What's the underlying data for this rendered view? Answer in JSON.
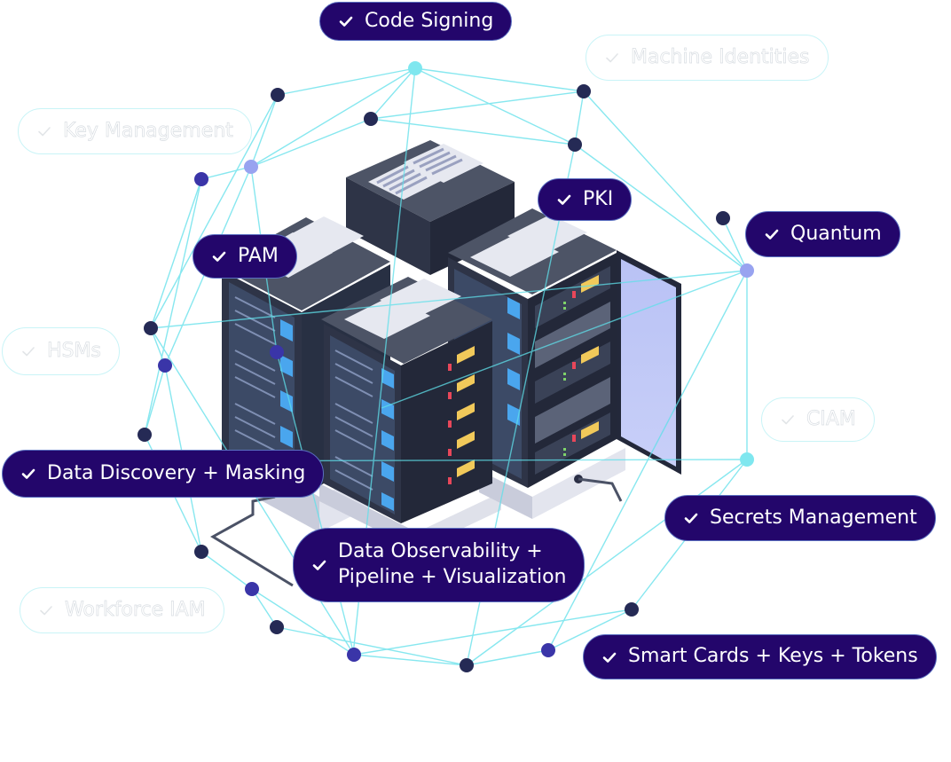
{
  "diagram": {
    "center_graphic": "isometric-server-racks",
    "colors": {
      "active_pill_bg": "#23066b",
      "active_pill_text": "#ffffff",
      "inactive_pill_border": "#c9f4f7",
      "network_line": "#5fe0ea",
      "node_dark": "#252a55",
      "node_indigo": "#3a35a8",
      "node_light": "#98a3f0"
    },
    "labels": [
      {
        "id": "code-signing",
        "text": "Code Signing",
        "active": true,
        "icon": "check-icon"
      },
      {
        "id": "machine-identities",
        "text": "Machine Identities",
        "active": false,
        "icon": "check-icon"
      },
      {
        "id": "key-management",
        "text": "Key Management",
        "active": false,
        "icon": "check-icon"
      },
      {
        "id": "pki",
        "text": "PKI",
        "active": true,
        "icon": "check-icon"
      },
      {
        "id": "quantum",
        "text": "Quantum",
        "active": true,
        "icon": "check-icon"
      },
      {
        "id": "pam",
        "text": "PAM",
        "active": true,
        "icon": "check-icon"
      },
      {
        "id": "hsms",
        "text": "HSMs",
        "active": false,
        "icon": "check-icon"
      },
      {
        "id": "ciam",
        "text": "CIAM",
        "active": false,
        "icon": "check-icon"
      },
      {
        "id": "data-discovery",
        "text": "Data Discovery + Masking",
        "active": true,
        "icon": "check-icon"
      },
      {
        "id": "secrets-management",
        "text": "Secrets Management",
        "active": true,
        "icon": "check-icon"
      },
      {
        "id": "data-observability",
        "text": "Data Observability +\nPipeline + Visualization",
        "active": true,
        "icon": "check-icon"
      },
      {
        "id": "workforce-iam",
        "text": "Workforce IAM",
        "active": false,
        "icon": "check-icon"
      },
      {
        "id": "smart-cards",
        "text": "Smart Cards + Keys + Tokens",
        "active": true,
        "icon": "check-icon"
      }
    ]
  }
}
